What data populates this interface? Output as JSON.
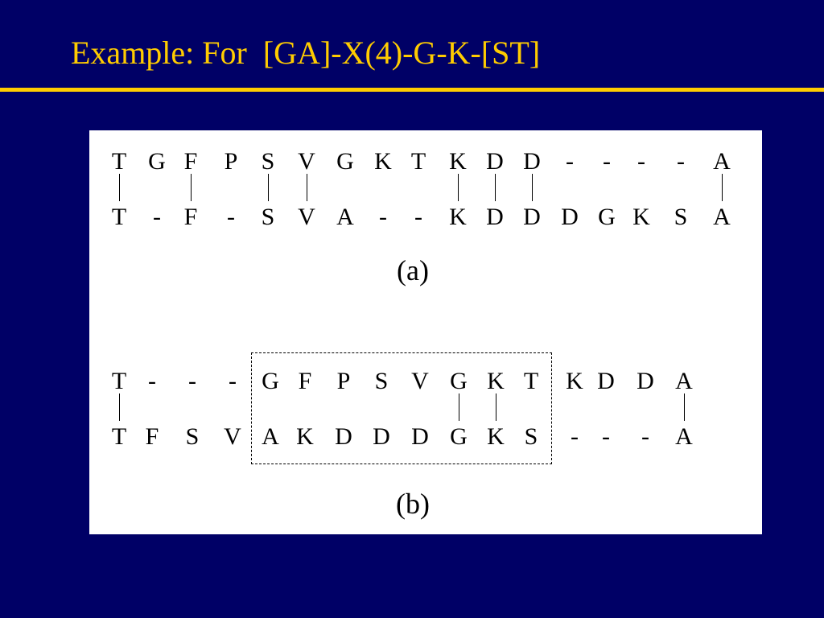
{
  "title": "Example: For  [GA]-X(4)-G-K-[ST]",
  "colors": {
    "background": "#000066",
    "accent": "#FFCC00",
    "panel": "#FFFFFF"
  },
  "alignment_a": {
    "top": [
      "T",
      "G",
      "F",
      "P",
      "S",
      "V",
      "G",
      "K",
      "T",
      "K",
      "D",
      "D",
      "-",
      "-",
      "-",
      "-",
      "A"
    ],
    "bottom": [
      "T",
      "-",
      "F",
      "-",
      "S",
      "V",
      "A",
      "-",
      "-",
      "K",
      "D",
      "D",
      "D",
      "G",
      "K",
      "S",
      "A"
    ],
    "matches": [
      0,
      2,
      4,
      5,
      9,
      10,
      11,
      16
    ],
    "caption": "(a)"
  },
  "alignment_b": {
    "top": [
      "T",
      "-",
      "-",
      "-",
      "G",
      "F",
      "P",
      "S",
      "V",
      "G",
      "K",
      "T",
      "K",
      "D",
      "D",
      "A"
    ],
    "bottom": [
      "T",
      "F",
      "S",
      "V",
      "A",
      "K",
      "D",
      "D",
      "D",
      "G",
      "K",
      "S",
      "-",
      "-",
      "-",
      "A"
    ],
    "matches": [
      0,
      9,
      10,
      15
    ],
    "caption": "(b)"
  }
}
